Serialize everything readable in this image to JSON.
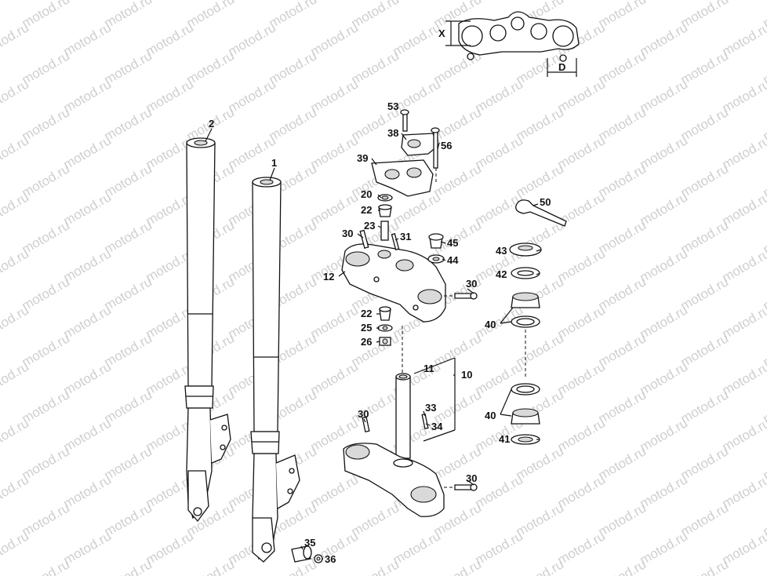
{
  "watermark": "motod.ru",
  "dimensions": {
    "x": "X",
    "d": "D"
  },
  "callouts": {
    "p1": "1",
    "p2": "2",
    "p53": "53",
    "p38": "38",
    "p56": "56",
    "p39": "39",
    "p20": "20",
    "p22a": "22",
    "p23": "23",
    "p30a": "30",
    "p31": "31",
    "p45": "45",
    "p44": "44",
    "p12": "12",
    "p30b": "30",
    "p22b": "22",
    "p25": "25",
    "p26": "26",
    "p11": "11",
    "p10": "10",
    "p30c": "30",
    "p33": "33",
    "p34": "34",
    "p30d": "30",
    "p50": "50",
    "p43": "43",
    "p42": "42",
    "p40a": "40",
    "p40b": "40",
    "p41": "41",
    "p35": "35",
    "p36": "36"
  }
}
